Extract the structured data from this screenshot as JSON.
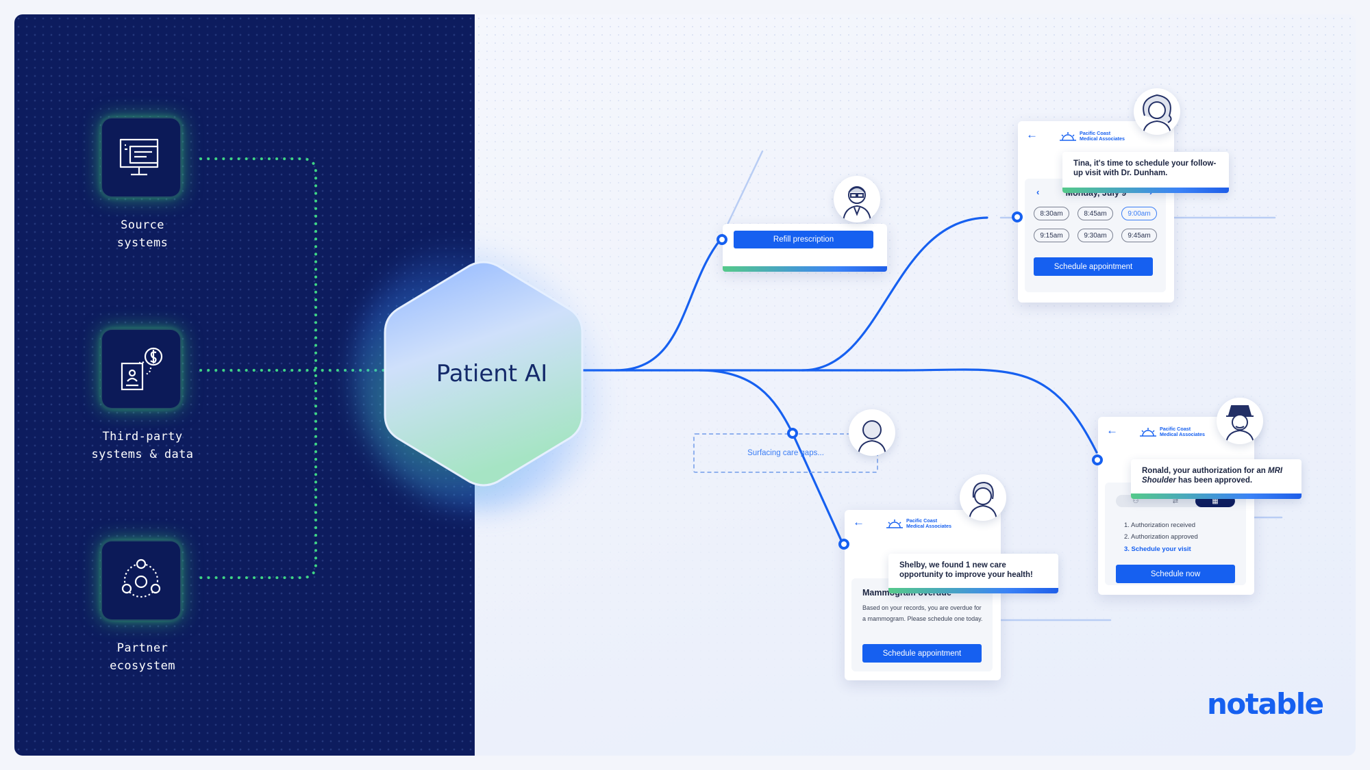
{
  "sources": [
    {
      "label": "Source\nsystems",
      "icon": "monitor-icon"
    },
    {
      "label": "Third-party\nsystems & data",
      "icon": "document-payment-icon"
    },
    {
      "label": "Partner\necosystem",
      "icon": "network-icon"
    }
  ],
  "hub": {
    "title": "Patient AI"
  },
  "refill": {
    "button": "Refill prescription"
  },
  "scheduling": {
    "clinic": "Pacific Coast\nMedical Associates",
    "message": "Tina, it's time to schedule your follow-up visit with Dr. Dunham.",
    "date": "Monday, July 9",
    "slots": [
      "8:30am",
      "8:45am",
      "9:00am",
      "9:15am",
      "9:30am",
      "9:45am"
    ],
    "selected_slot": "9:00am",
    "button": "Schedule appointment"
  },
  "care_gaps": {
    "status": "Surfacing care gaps..."
  },
  "mammogram": {
    "clinic": "Pacific Coast\nMedical Associates",
    "message": "Shelby, we found 1 new care opportunity to improve your health!",
    "title": "Mammogram overdue",
    "body": "Based on your records, you are overdue for a mammogram. Please schedule one today.",
    "button": "Schedule appointment"
  },
  "authorization": {
    "clinic": "Pacific Coast\nMedical Associates",
    "message_prefix": "Ronald, your authorization for an",
    "message_emph": "MRI Shoulder",
    "message_suffix": " has been approved.",
    "steps": [
      "1. Authorization received",
      "2. Authorization approved",
      "3. Schedule your visit"
    ],
    "button": "Schedule now"
  },
  "brand": {
    "name": "notable"
  },
  "colors": {
    "navy": "#0d1c5e",
    "accent_blue": "#1660f0",
    "glow_green": "#46dc78"
  }
}
